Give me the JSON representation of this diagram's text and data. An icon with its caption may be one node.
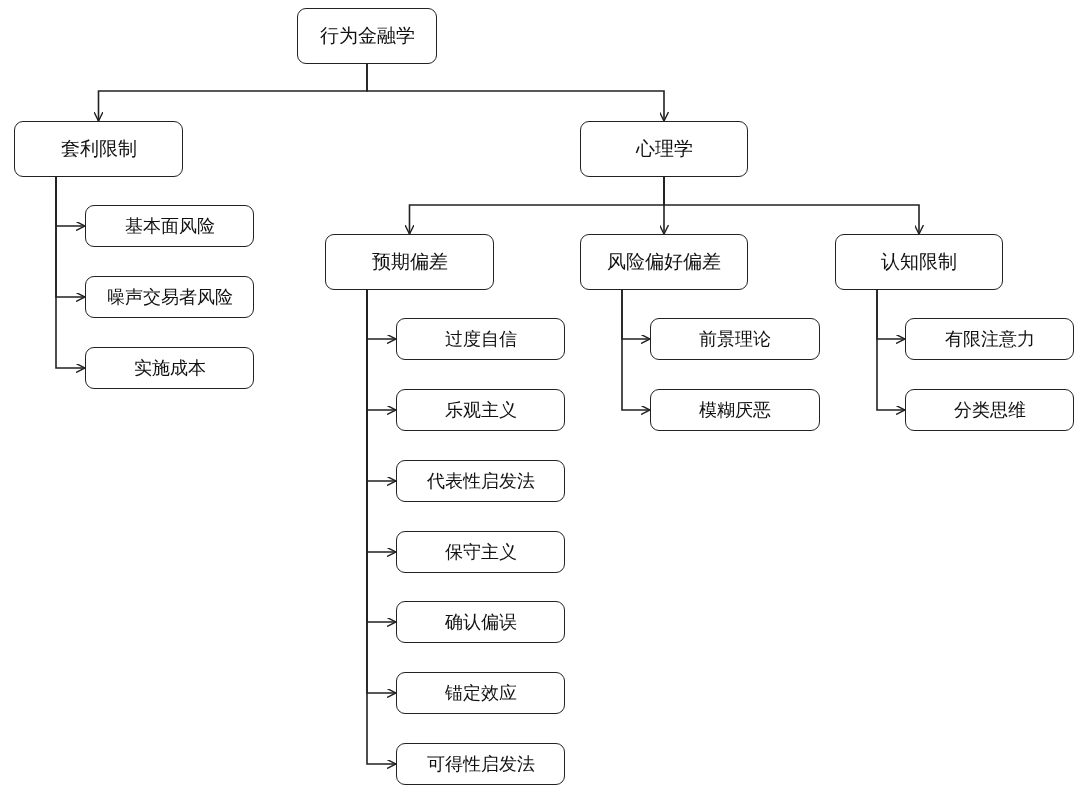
{
  "diagram": {
    "nodes": [
      {
        "text": [
          "行为金融学"
        ]
      },
      {
        "text": [
          "套利限制"
        ]
      },
      {
        "text": [
          "心理学"
        ]
      },
      {
        "text": [
          "基本面风险"
        ]
      },
      {
        "text": [
          "噪声交易者风险"
        ]
      },
      {
        "text": [
          "实施成本"
        ]
      },
      {
        "text": [
          "预期偏差"
        ]
      },
      {
        "text": [
          "风险偏好偏差"
        ]
      },
      {
        "text": [
          "认知限制"
        ]
      },
      {
        "text": [
          "过度自信"
        ]
      },
      {
        "text": [
          "乐观主义"
        ]
      },
      {
        "text": [
          "代表性启发法"
        ]
      },
      {
        "text": [
          "保守主义"
        ]
      },
      {
        "text": [
          "确认偏误"
        ]
      },
      {
        "text": [
          "锚定效应"
        ]
      },
      {
        "text": [
          "可得性启发法"
        ]
      },
      {
        "text": [
          "前景理论"
        ]
      },
      {
        "text": [
          "模糊厌恶"
        ]
      },
      {
        "text": [
          "有限注意力"
        ]
      },
      {
        "text": [
          "分类思维"
        ]
      }
    ],
    "edges": [
      {
        "from": 0,
        "to": 1,
        "arrow": "to"
      },
      {
        "from": 0,
        "to": 2,
        "arrow": "to"
      },
      {
        "from": 1,
        "to": 3,
        "arrow": "to"
      },
      {
        "from": 1,
        "to": 4,
        "arrow": "to"
      },
      {
        "from": 1,
        "to": 5,
        "arrow": "to"
      },
      {
        "from": 2,
        "to": 6,
        "arrow": "to"
      },
      {
        "from": 2,
        "to": 7,
        "arrow": "to"
      },
      {
        "from": 2,
        "to": 8,
        "arrow": "to"
      },
      {
        "from": 6,
        "to": 9,
        "arrow": "to"
      },
      {
        "from": 6,
        "to": 10,
        "arrow": "to"
      },
      {
        "from": 6,
        "to": 11,
        "arrow": "to"
      },
      {
        "from": 6,
        "to": 12,
        "arrow": "to"
      },
      {
        "from": 6,
        "to": 13,
        "arrow": "to"
      },
      {
        "from": 6,
        "to": 14,
        "arrow": "to"
      },
      {
        "from": 6,
        "to": 15,
        "arrow": "to"
      },
      {
        "from": 7,
        "to": 16,
        "arrow": "to"
      },
      {
        "from": 7,
        "to": 17,
        "arrow": "to"
      },
      {
        "from": 8,
        "to": 18,
        "arrow": "to"
      },
      {
        "from": 8,
        "to": 19,
        "arrow": "to"
      }
    ]
  }
}
